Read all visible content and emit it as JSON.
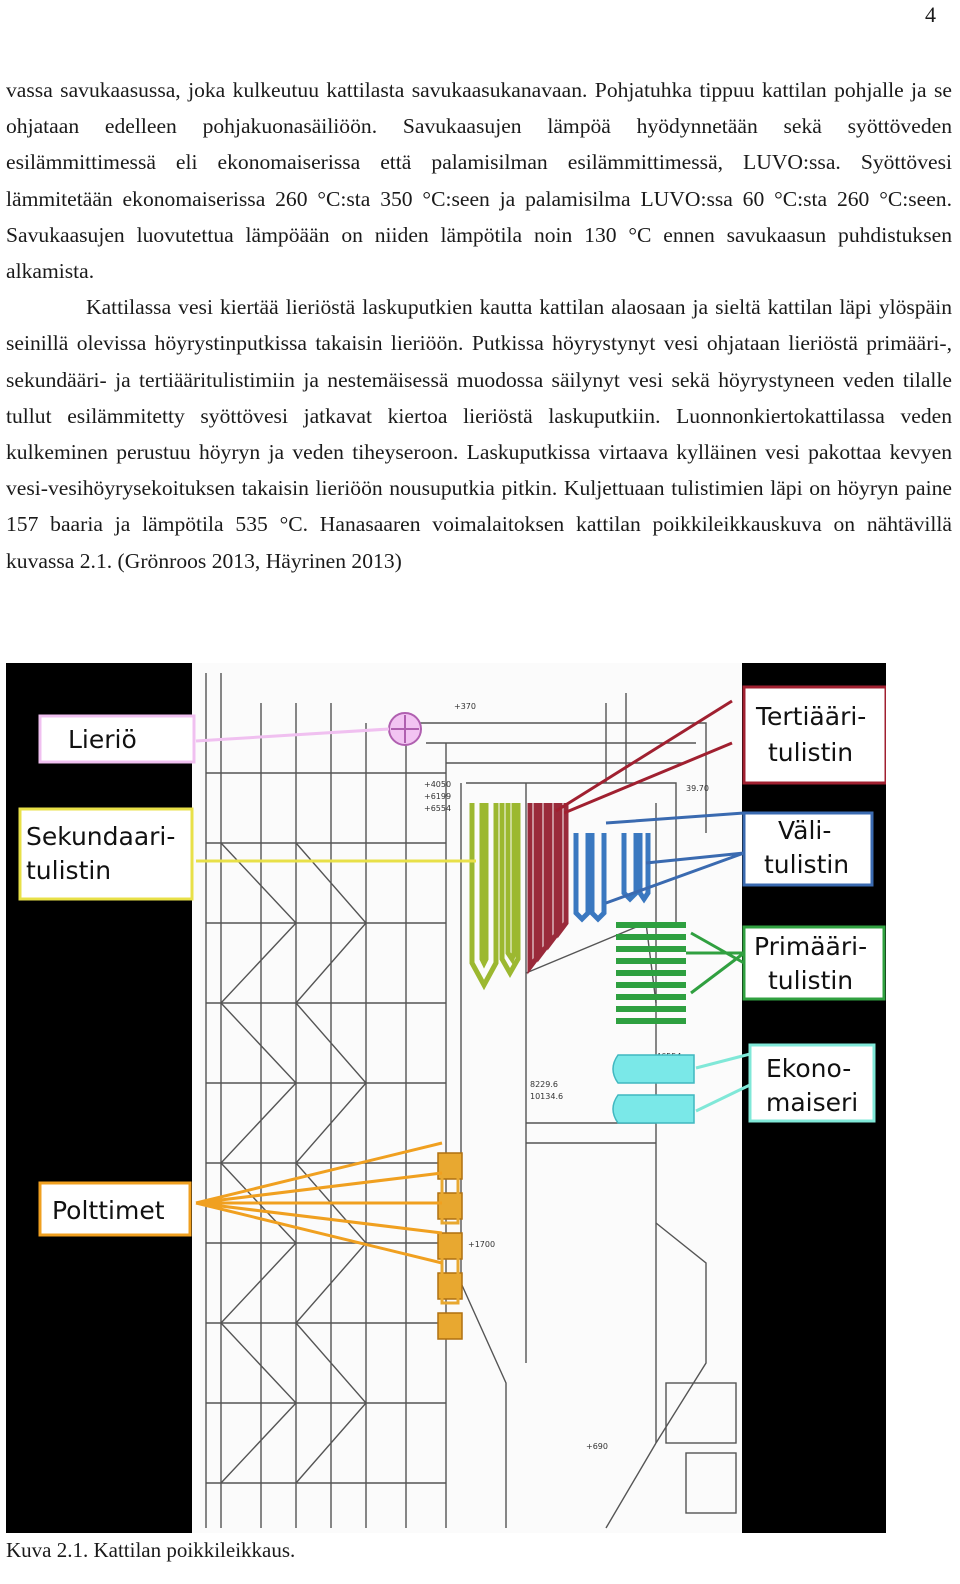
{
  "page_number": "4",
  "paragraphs": [
    "vassa savukaasussa, joka kulkeutuu kattilasta savukaasukanavaan. Pohjatuhka tippuu kattilan pohjalle ja se ohjataan edelleen pohjakuonasäiliöön. Savukaasujen lämpöä hyödynnetään sekä syöttöveden esilämmittimessä eli ekonomaiserissa että palamisilman esilämmittimessä, LUVO:ssa. Syöttövesi lämmitetään ekonomaiserissa 260 °C:sta 350 °C:seen ja palamisilma LUVO:ssa 60 °C:sta 260 °C:seen. Savukaasujen luovutettua lämpöään on niiden lämpötila noin 130 °C ennen savukaasun puhdistuksen alkamista.",
    "Kattilassa vesi kiertää lieriöstä laskuputkien kautta kattilan alaosaan ja sieltä kattilan läpi ylöspäin seinillä olevissa höyrystinputkissa takaisin lieriöön. Putkissa höyrystynyt vesi ohjataan lieriöstä primääri-, sekundääri- ja tertiääritulistimiin ja nestemäisessä muodossa säilynyt vesi sekä höyrystyneen veden tilalle tullut esilämmitetty syöttövesi jatkavat kiertoa lieriöstä laskuputkiin. Luonnonkiertokattilassa veden kulkeminen perustuu höyryn ja veden tiheyseroon. Laskuputkissa virtaava kylläinen vesi pakottaa kevyen vesi-vesihöyrysekoituksen takaisin lieriöön nousuputkia pitkin. Kuljettuaan tulistimien läpi on höyryn paine 157 baaria ja lämpötila 535 °C. Hanasaaren voimalaitoksen kattilan poikkileikkauskuva on nähtävillä kuvassa 2.1. (Grönroos 2013, Häyrinen 2013)"
  ],
  "figure": {
    "labels": {
      "lierio": "Lieriö",
      "sekundaari_1": "Sekundaari-",
      "sekundaari_2": "tulistin",
      "polttimet": "Polttimet",
      "tertiaari_1": "Tertiääri-",
      "tertiaari_2": "tulistin",
      "vali_1": "Väli-",
      "vali_2": "tulistin",
      "primaari_1": "Primääri-",
      "primaari_2": "tulistin",
      "ekono_1": "Ekono-",
      "ekono_2": "maiseri"
    },
    "colors": {
      "lierio": "#e8b8e8",
      "sekundaari": "#e8e048",
      "polttimet": "#f0a020",
      "tertiaari": "#a02030",
      "vali": "#3a6ab0",
      "primaari": "#30a040",
      "ekono": "#80e8d8"
    },
    "dimension_marks": [
      "+370",
      "+4050",
      "+6199",
      "+6554",
      "8229.6",
      "10134.6",
      "46554",
      "+1700",
      "+690",
      "39.70"
    ]
  },
  "caption": "Kuva 2.1. Kattilan poikkileikkaus."
}
